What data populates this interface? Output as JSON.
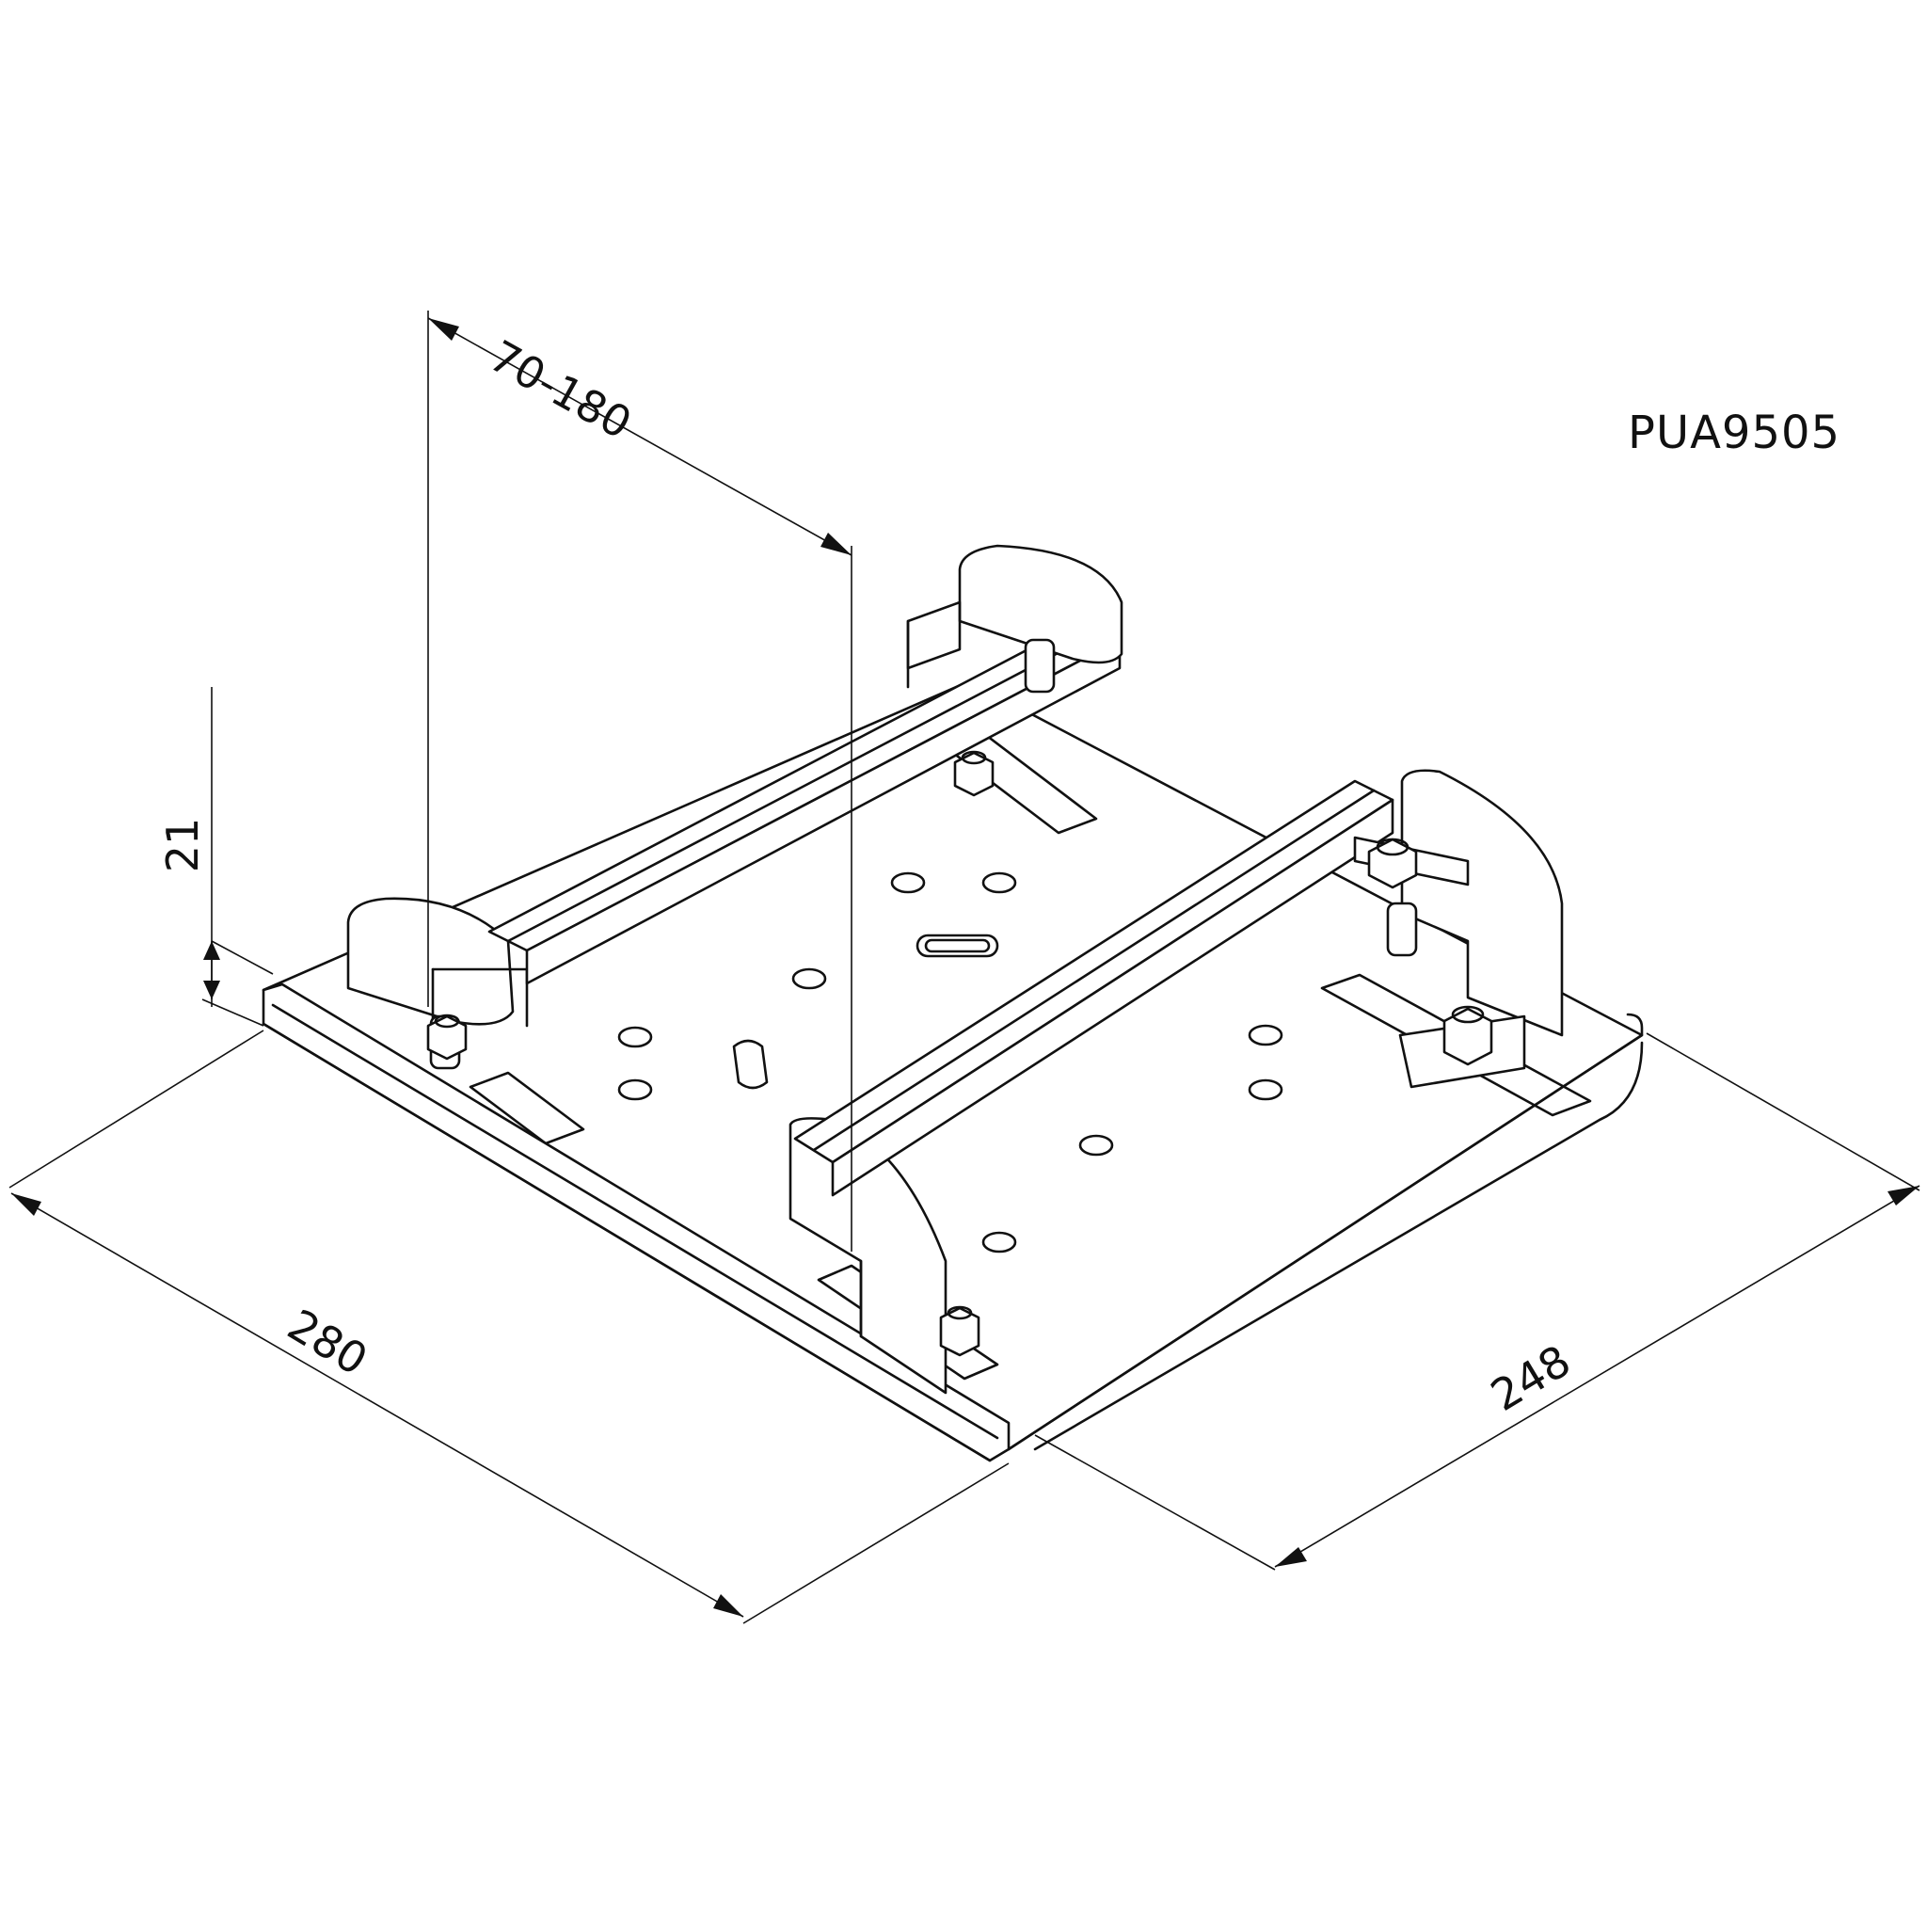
{
  "part_code": "PUA9505",
  "dimensions": {
    "adjustable_span": "70-180",
    "height": "21",
    "width": "280",
    "depth": "248"
  }
}
